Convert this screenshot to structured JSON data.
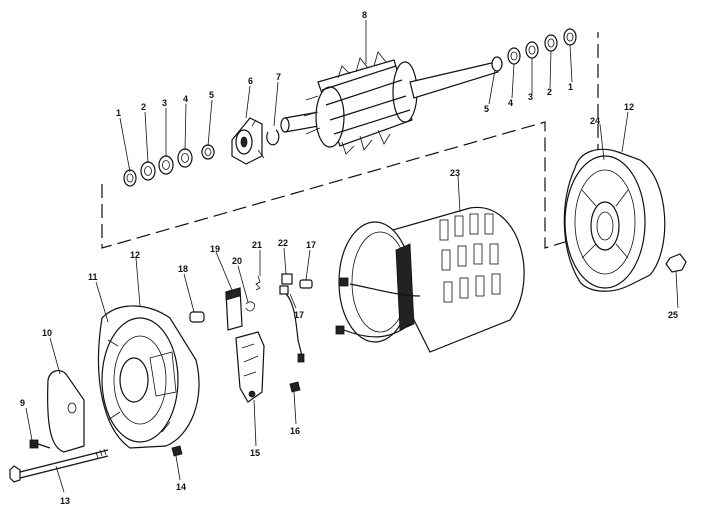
{
  "callouts": {
    "c1l": "1",
    "c2l": "2",
    "c3l": "3",
    "c4l": "4",
    "c5l": "5",
    "c6": "6",
    "c7": "7",
    "c8": "8",
    "c5r": "5",
    "c4r": "4",
    "c3r": "3",
    "c2r": "2",
    "c1r": "1",
    "c24": "24",
    "c12r": "12",
    "c23": "23",
    "c19": "19",
    "c21": "21",
    "c22": "22",
    "c17a": "17",
    "c20": "20",
    "c18": "18",
    "c17b": "17",
    "c12l": "12",
    "c11": "11",
    "c10": "10",
    "c9": "9",
    "c13": "13",
    "c14": "14",
    "c15": "15",
    "c16": "16",
    "c25": "25"
  }
}
